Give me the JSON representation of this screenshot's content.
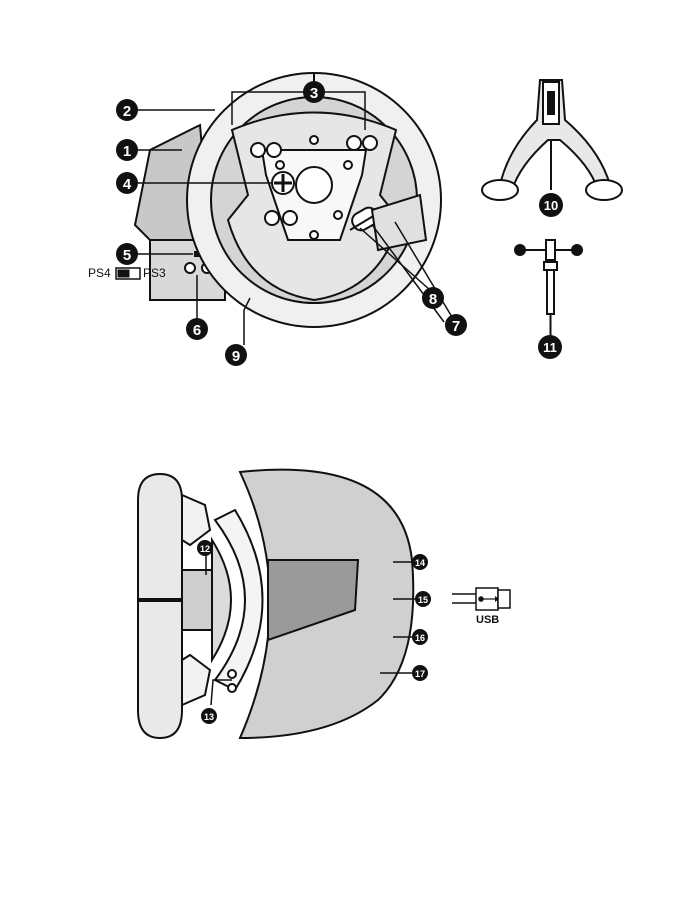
{
  "callouts": {
    "c1": "1",
    "c2": "2",
    "c3": "3",
    "c4": "4",
    "c5": "5",
    "c6": "6",
    "c7": "7",
    "c8": "8",
    "c9": "9",
    "c10": "10",
    "c11": "11",
    "c12": "12",
    "c13": "13",
    "c14": "14",
    "c15": "15",
    "c16": "16",
    "c17": "17"
  },
  "mode_switch": {
    "left": "PS4",
    "right": "PS3"
  },
  "connector": {
    "label": "USB"
  },
  "colors": {
    "ink": "#111111",
    "badge": "#111111",
    "wheel_gray": "#cfcfcf",
    "base_gray": "#bdbdbd"
  }
}
